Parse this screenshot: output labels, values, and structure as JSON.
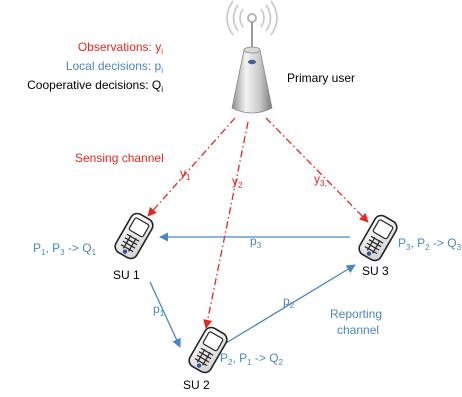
{
  "legend": {
    "observations": {
      "label": "Observations: y",
      "sub": "i"
    },
    "local": {
      "label": "Local decisions: p",
      "sub": "i"
    },
    "cooperative": {
      "label": "Cooperative decisions: Q",
      "sub": "i"
    }
  },
  "primary_user": {
    "label": "Primary user"
  },
  "sensing_channel": {
    "label": "Sensing channel"
  },
  "reporting_channel": {
    "line1": "Reporting",
    "line2": "channel"
  },
  "nodes": {
    "su1": {
      "label": "SU 1"
    },
    "su2": {
      "label": "SU 2"
    },
    "su3": {
      "label": "SU 3"
    }
  },
  "sensing_links": {
    "y1": {
      "base": "y",
      "sub": "1"
    },
    "y2": {
      "base": "y",
      "sub": "2"
    },
    "y3": {
      "base": "y",
      "sub": "3,"
    }
  },
  "report_links": {
    "p1": {
      "base": "p",
      "sub": "1"
    },
    "p2": {
      "base": "p",
      "sub": "2"
    },
    "p3": {
      "base": "p",
      "sub": "3"
    }
  },
  "fusion": {
    "su1": {
      "a": "P",
      "a_sub": "1",
      "sep": ", P",
      "b_sub": "3",
      "arrow": " -> Q",
      "q_sub": "1"
    },
    "su2": {
      "a": "P",
      "a_sub": "2",
      "sep": ", P",
      "b_sub": "1",
      "arrow": " -> Q",
      "q_sub": "2"
    },
    "su3": {
      "a": "P",
      "a_sub": "3",
      "sep": ", P",
      "b_sub": "2",
      "arrow": " -> Q",
      "q_sub": "3"
    }
  },
  "colors": {
    "sensing": "#e8261f",
    "reporting": "#4a86c4"
  }
}
